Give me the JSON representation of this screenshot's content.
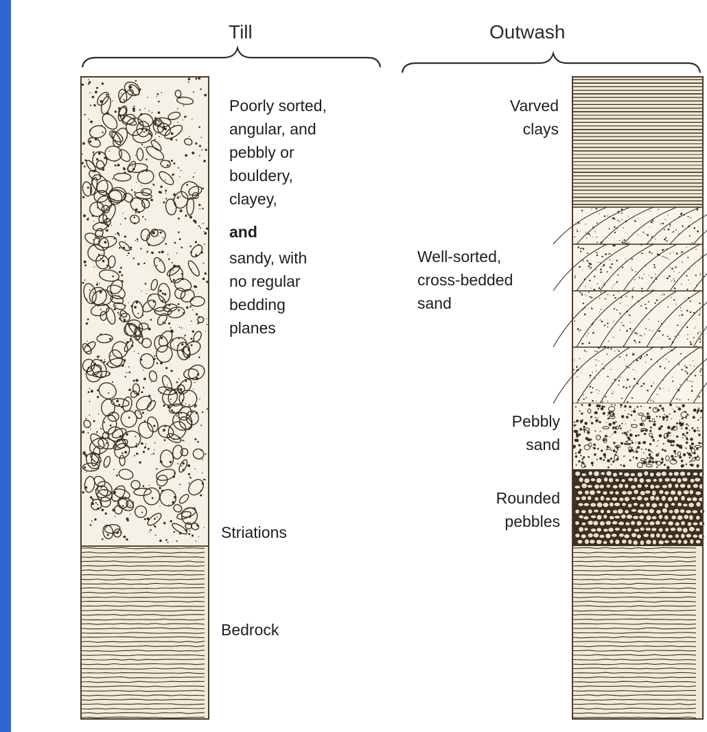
{
  "colors": {
    "frame": "#2f66cf",
    "paper": "#ffffff",
    "sediment": "#f4efe3",
    "ink": "#3a2e22"
  },
  "headings": {
    "till": "Till",
    "outwash": "Outwash"
  },
  "till_description": [
    "Poorly sorted,",
    "angular, and",
    "pebbly or",
    "bouldery,",
    "clayey,",
    "and",
    "sandy, with",
    "no regular",
    "bedding",
    "planes"
  ],
  "till_layers": {
    "striations": "Striations",
    "bedrock": "Bedrock"
  },
  "outwash_layers": {
    "varved": [
      "Varved",
      "clays"
    ],
    "sand": [
      "Well-sorted,",
      "cross-bedded",
      "sand"
    ],
    "pebbly_sand": [
      "Pebbly",
      "sand"
    ],
    "rounded_pebbles": [
      "Rounded",
      "pebbles"
    ]
  }
}
